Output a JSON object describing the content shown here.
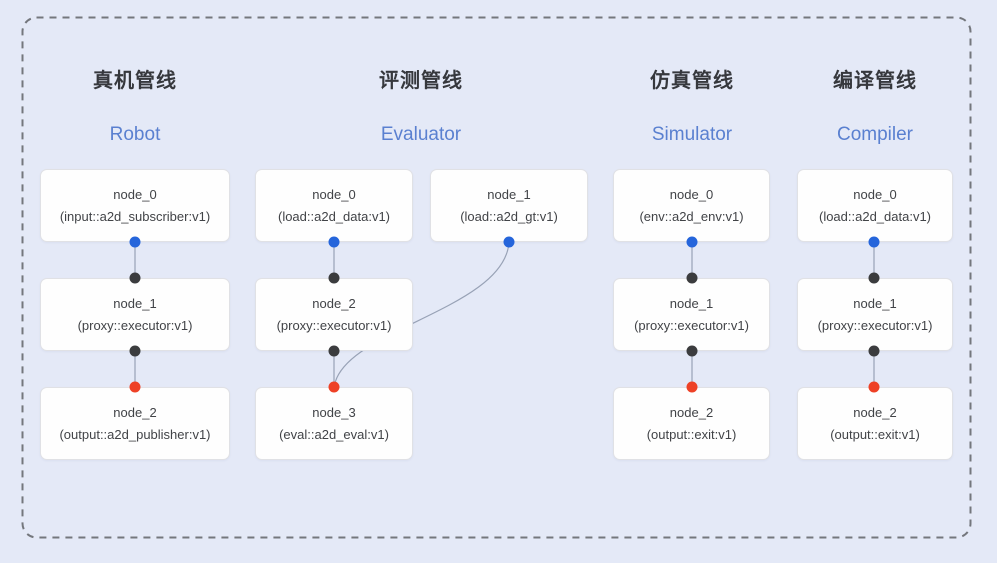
{
  "diagram": {
    "background_color": "#e4e9f7",
    "dashed_border_color": "#74777d",
    "connector_color": "#98a2b6",
    "dot_colors": {
      "source": "#2565db",
      "proxy": "#3b3c3e",
      "sink": "#ee4126"
    },
    "title_zh_color": "#36383d",
    "title_en_color": "#5a80d0"
  },
  "pipelines": [
    {
      "title_zh": "真机管线",
      "title_en": "Robot",
      "nodes": [
        {
          "name": "node_0",
          "impl": "(input::a2d_subscriber:v1)"
        },
        {
          "name": "node_1",
          "impl": "(proxy::executor:v1)"
        },
        {
          "name": "node_2",
          "impl": "(output::a2d_publisher:v1)"
        }
      ]
    },
    {
      "title_zh": "评测管线",
      "title_en": "Evaluator",
      "nodes": [
        {
          "name": "node_0",
          "impl": "(load::a2d_data:v1)"
        },
        {
          "name": "node_1",
          "impl": "(load::a2d_gt:v1)"
        },
        {
          "name": "node_2",
          "impl": "(proxy::executor:v1)"
        },
        {
          "name": "node_3",
          "impl": "(eval::a2d_eval:v1)"
        }
      ]
    },
    {
      "title_zh": "仿真管线",
      "title_en": "Simulator",
      "nodes": [
        {
          "name": "node_0",
          "impl": "(env::a2d_env:v1)"
        },
        {
          "name": "node_1",
          "impl": "(proxy::executor:v1)"
        },
        {
          "name": "node_2",
          "impl": "(output::exit:v1)"
        }
      ]
    },
    {
      "title_zh": "编译管线",
      "title_en": "Compiler",
      "nodes": [
        {
          "name": "node_0",
          "impl": "(load::a2d_data:v1)"
        },
        {
          "name": "node_1",
          "impl": "(proxy::executor:v1)"
        },
        {
          "name": "node_2",
          "impl": "(output::exit:v1)"
        }
      ]
    }
  ]
}
